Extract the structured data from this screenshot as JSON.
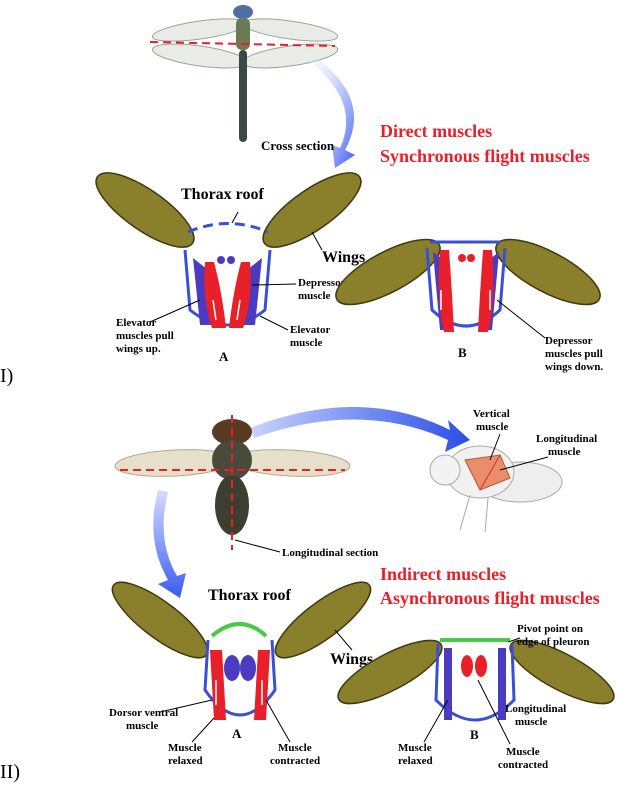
{
  "section1": {
    "roman": "I)",
    "cross_section": "Cross section",
    "heading1": "Direct muscles",
    "heading2": "Synchronous flight muscles",
    "thorax_roof": "Thorax roof",
    "wings": "Wings",
    "depressor1": "Depressor",
    "depressor2": "muscle",
    "elevator_pull1": "Elevator",
    "elevator_pull2": "muscles pull",
    "elevator_pull3": "wings up.",
    "elevator_muscle1": "Elevator",
    "elevator_muscle2": "muscle",
    "label_a": "A",
    "label_b": "B",
    "depressor_pull1": "Depressor",
    "depressor_pull2": "muscles pull",
    "depressor_pull3": "wings down."
  },
  "section2": {
    "roman": "II)",
    "vertical1": "Vertical",
    "vertical2": "muscle",
    "longitudinal1": "Longitudinal",
    "longitudinal2": "muscle",
    "long_section": "Longitudinal  section",
    "heading1": "Indirect muscles",
    "heading2": "Asynchronous flight muscles",
    "thorax_roof": "Thorax  roof",
    "wings": "Wings",
    "pivot1": "Pivot point on",
    "pivot2": "edge of pleuron",
    "dorsoventral1": "Dorsor ventral",
    "dorsoventral2": "muscle",
    "relaxed_a1": "Muscle",
    "relaxed_a2": "relaxed",
    "contracted_a1": "Muscle",
    "contracted_a2": "contracted",
    "label_a": "A",
    "label_b": "B",
    "relaxed_b1": "Muscle",
    "relaxed_b2": "relaxed",
    "longitudinal_b1": "Longitudinal",
    "longitudinal_b2": "muscle",
    "contracted_b1": "Muscle",
    "contracted_b2": "contracted"
  },
  "colors": {
    "heading_red": "#e8202a",
    "wing_olive": "#8a7f2a",
    "thorax_blue": "#3a4fd8",
    "muscle_red": "#e8202a",
    "muscle_purple": "#4a3bc0",
    "roof_green": "#49c94a"
  },
  "icons": [
    "dragonfly-illustration",
    "fly-illustration",
    "fly-side-illustration",
    "curved-arrow-icon"
  ]
}
